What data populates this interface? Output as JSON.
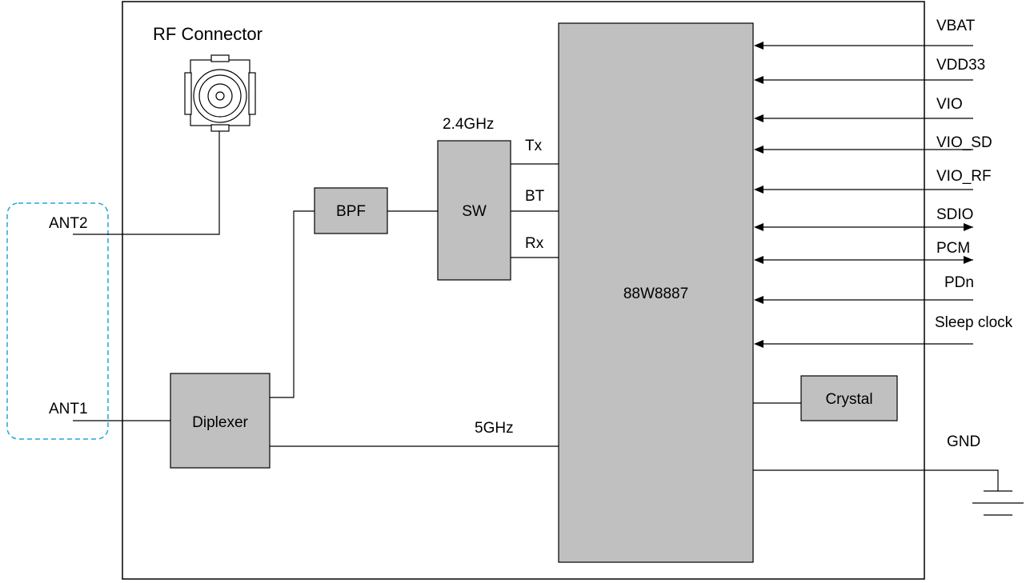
{
  "title": "RF Connector",
  "antennas": {
    "ant2": "ANT2",
    "ant1": "ANT1"
  },
  "blocks": {
    "bpf": "BPF",
    "sw": "SW",
    "diplexer": "Diplexer",
    "chip": "88W8887",
    "crystal": "Crystal"
  },
  "switch": {
    "band": "2.4GHz",
    "tx": "Tx",
    "bt": "BT",
    "rx": "Rx"
  },
  "band_5g": "5GHz",
  "signals": [
    {
      "label": "VBAT",
      "direction": "in"
    },
    {
      "label": "VDD33",
      "direction": "in"
    },
    {
      "label": "VIO",
      "direction": "in"
    },
    {
      "label": "VIO_SD",
      "direction": "in"
    },
    {
      "label": "VIO_RF",
      "direction": "in"
    },
    {
      "label": "SDIO",
      "direction": "bidirectional"
    },
    {
      "label": "PCM",
      "direction": "bidirectional"
    },
    {
      "label": "PDn",
      "direction": "in"
    },
    {
      "label": "Sleep clock",
      "direction": "in"
    }
  ],
  "ground": "GND",
  "colors": {
    "block_fill": "#c0c0c0",
    "line": "#000000",
    "antenna_outline": "#1fa9d6"
  }
}
